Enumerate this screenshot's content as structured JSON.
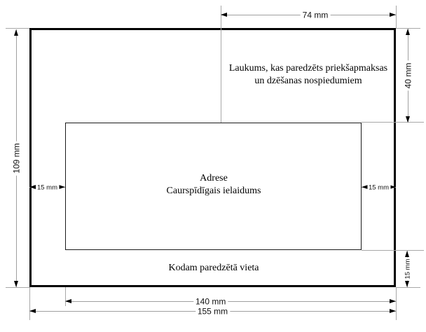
{
  "diagram": {
    "type": "envelope-layout-drawing",
    "dims": {
      "top_width": "74 mm",
      "right_height": "40 mm",
      "left_height": "109 mm",
      "window_left_margin": "15 mm",
      "window_right_margin": "15 mm",
      "window_bottom_margin": "15 mm",
      "bottom_inner_width": "140 mm",
      "bottom_outer_width": "155 mm"
    },
    "texts": {
      "franking_line1": "Laukums, kas paredzēts priekšapmaksas",
      "franking_line2": "un dzēšanas nospiedumiem",
      "address_line1": "Adrese",
      "address_line2": "Caurspīdīgais ielaidums",
      "code": "Kodam paredzētā vieta"
    },
    "colors": {
      "background": "#ffffff",
      "outline": "#000000",
      "dimension_line": "#a0a0a0"
    }
  }
}
